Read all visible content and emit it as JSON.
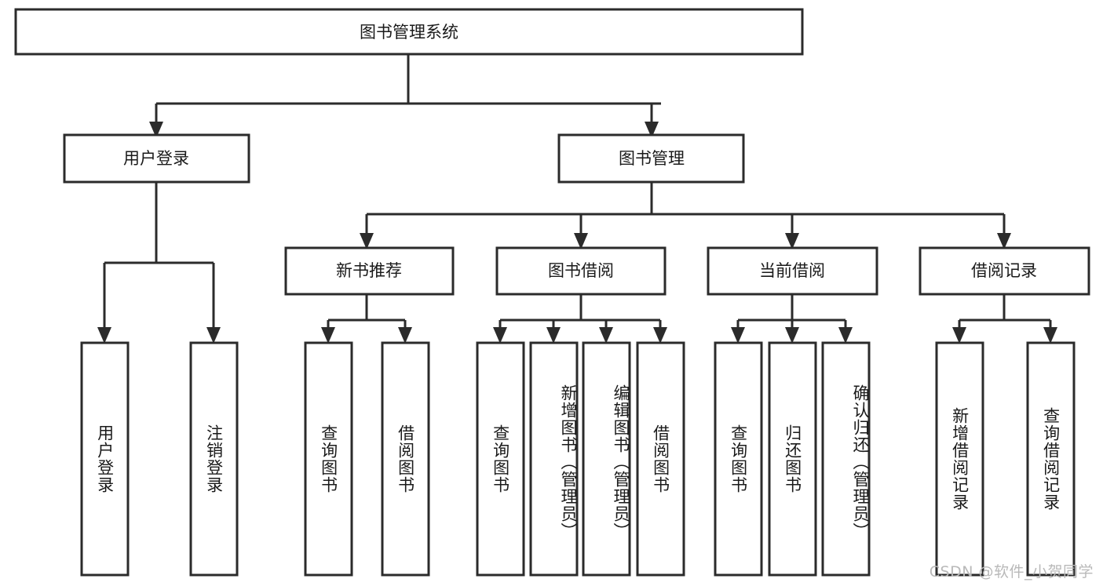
{
  "diagram": {
    "title": "图书管理系统",
    "type": "tree-hierarchy",
    "orientation": "top-down",
    "root": {
      "label": "图书管理系统"
    },
    "level1": [
      {
        "label": "用户登录"
      },
      {
        "label": "图书管理"
      }
    ],
    "level2": [
      {
        "label": "新书推荐"
      },
      {
        "label": "图书借阅"
      },
      {
        "label": "当前借阅"
      },
      {
        "label": "借阅记录"
      }
    ],
    "leaves": {
      "user_login": [
        {
          "label": "用户登录"
        },
        {
          "label": "注销登录"
        }
      ],
      "new_book_recommend": [
        {
          "label": "查询图书"
        },
        {
          "label": "借阅图书"
        }
      ],
      "book_borrow": [
        {
          "label": "查询图书"
        },
        {
          "label": "新增图书（管理员）"
        },
        {
          "label": "编辑图书（管理员）"
        },
        {
          "label": "借阅图书"
        }
      ],
      "current_borrow": [
        {
          "label": "查询图书"
        },
        {
          "label": "归还图书"
        },
        {
          "label": "确认归还（管理员）"
        }
      ],
      "borrow_record": [
        {
          "label": "新增借阅记录"
        },
        {
          "label": "查询借阅记录"
        }
      ]
    }
  },
  "watermark": {
    "text": "CSDN @软件_小贺同学"
  },
  "colors": {
    "stroke": "#2b2b2b",
    "fill": "#ffffff",
    "text": "#1a1a1a",
    "watermark": "#b9b9b9"
  }
}
